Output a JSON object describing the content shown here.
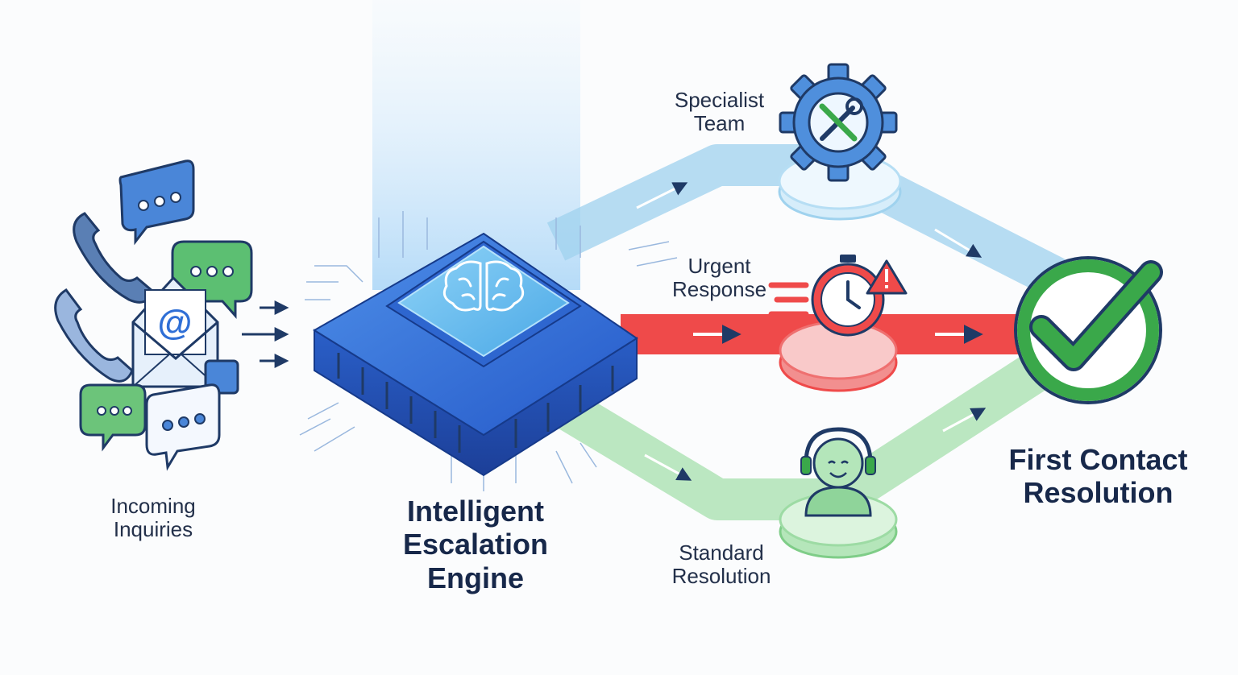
{
  "diagram": {
    "stages": {
      "incoming": {
        "line1": "Incoming",
        "line2": "Inquiries"
      },
      "engine": {
        "line1": "Intelligent",
        "line2": "Escalation",
        "line3": "Engine"
      },
      "outcome": {
        "line1": "First Contact",
        "line2": "Resolution"
      }
    },
    "routes": [
      {
        "id": "specialist",
        "line1": "Specialist",
        "line2": "Team",
        "color": "#8ecbea",
        "icon": "gear-wrench-icon"
      },
      {
        "id": "urgent",
        "line1": "Urgent",
        "line2": "Response",
        "color": "#ef4a4a",
        "icon": "stopwatch-alert-icon"
      },
      {
        "id": "standard",
        "line1": "Standard",
        "line2": "Resolution",
        "color": "#92d89a",
        "icon": "support-agent-icon"
      }
    ],
    "colors": {
      "accent_blue": "#2f6fd6",
      "alert_red": "#e63b3b",
      "success_green": "#3aa84a",
      "text_dark": "#17284a"
    }
  }
}
